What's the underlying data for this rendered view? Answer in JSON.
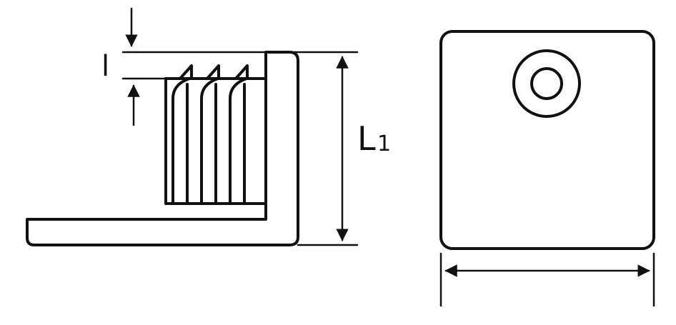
{
  "labels": {
    "small_l": "l",
    "big_L": "L",
    "big_L_subscript": "1"
  },
  "colors": {
    "line": "#111111",
    "background": "#ffffff"
  },
  "icons": {
    "dimension_arrow": "arrowhead",
    "mounting_hole": "concentric-circles"
  }
}
